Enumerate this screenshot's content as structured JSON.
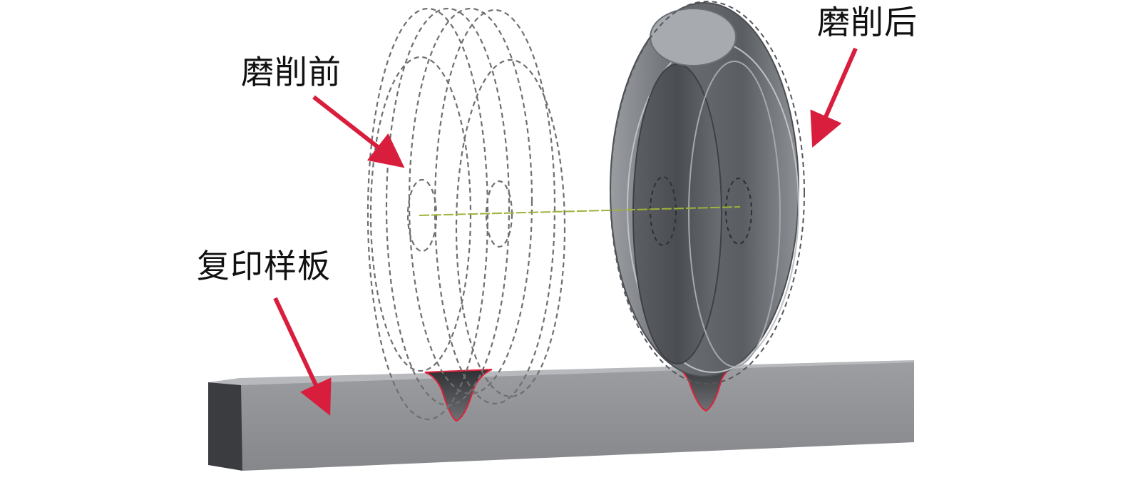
{
  "labels": {
    "before_grinding": "磨削前",
    "after_grinding": "磨削后",
    "replica_template": "复印样板"
  },
  "colors": {
    "arrow": "#d81e3c",
    "wheel_fill": "#7c7f84",
    "wheel_dark": "#55585d",
    "wheel_light": "#a9acb0",
    "dashed_outline": "#6f6f6f",
    "block_front": "#8e9094",
    "block_top": "#b9bbbe",
    "block_side": "#3d3e41",
    "groove_edge": "#e0203a",
    "axis_line": "#9fb23a"
  },
  "icons": [
    "arrow-before-icon",
    "arrow-after-icon",
    "arrow-template-icon"
  ]
}
